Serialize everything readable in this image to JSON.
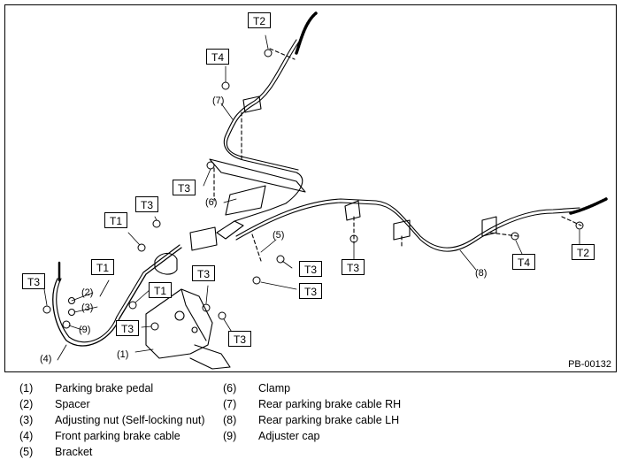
{
  "figure_id": "PB-00132",
  "torque_tags": {
    "t2_top": "T2",
    "t4_top": "T4",
    "t3_mid": "T3",
    "t3_center": "T3",
    "t1_center": "T1",
    "t1_left": "T1",
    "t1_lower": "T1",
    "t3_left": "T3",
    "t3_pedal": "T3",
    "t3_pedal_low": "T3",
    "t3_pedal_right": "T3",
    "t3_bracket_a": "T3",
    "t3_bracket_b": "T3",
    "t3_right": "T3",
    "t4_right": "T4",
    "t2_right": "T2"
  },
  "callouts": {
    "c1": "(1)",
    "c2": "(2)",
    "c3": "(3)",
    "c4": "(4)",
    "c5": "(5)",
    "c6": "(6)",
    "c7": "(7)",
    "c8": "(8)",
    "c9": "(9)"
  },
  "legend": [
    {
      "num": "(1)",
      "label": "Parking brake pedal"
    },
    {
      "num": "(2)",
      "label": "Spacer"
    },
    {
      "num": "(3)",
      "label": "Adjusting nut (Self-locking nut)"
    },
    {
      "num": "(4)",
      "label": "Front parking brake cable"
    },
    {
      "num": "(5)",
      "label": "Bracket"
    },
    {
      "num": "(6)",
      "label": "Clamp"
    },
    {
      "num": "(7)",
      "label": "Rear parking brake cable RH"
    },
    {
      "num": "(8)",
      "label": "Rear parking brake cable LH"
    },
    {
      "num": "(9)",
      "label": "Adjuster cap"
    }
  ]
}
